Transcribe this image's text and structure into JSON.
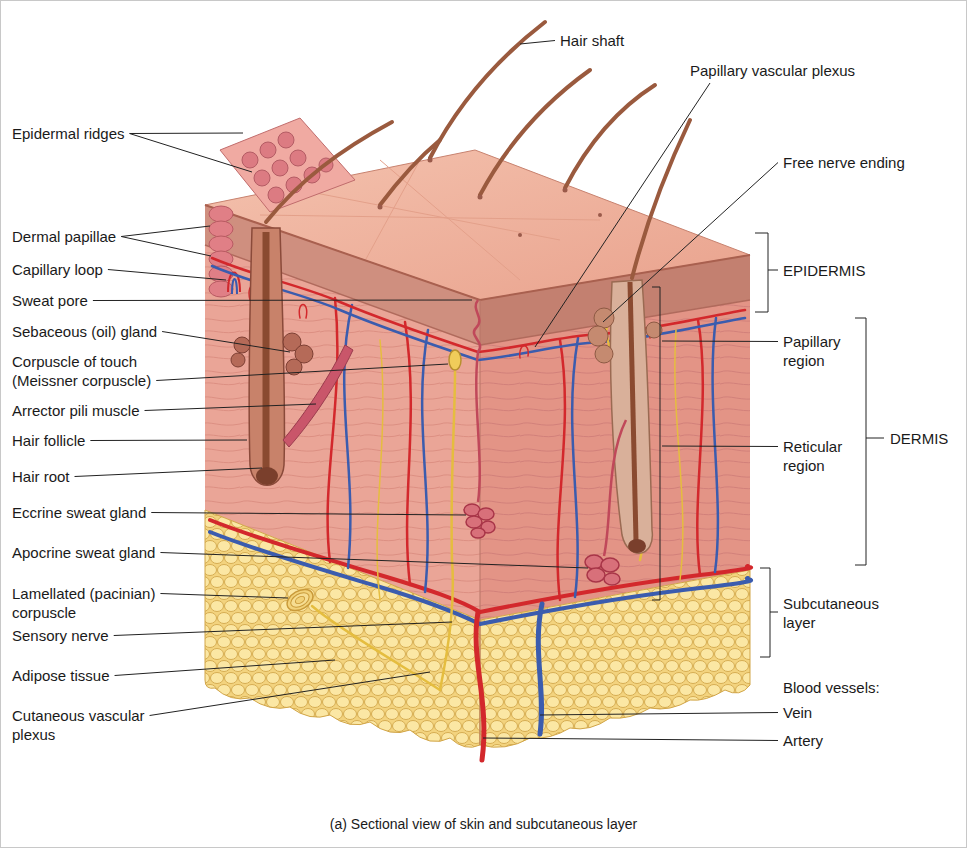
{
  "diagram": {
    "caption": "(a) Sectional view of skin and subcutaneous layer",
    "labels": [
      "Hair shaft",
      "Papillary vascular plexus",
      "Epidermal ridges",
      "Free nerve ending",
      "Dermal papillae",
      "Capillary loop",
      "EPIDERMIS",
      "Sweat pore",
      "Sebaceous (oil) gland",
      "Papillary region",
      "Corpuscle of touch (Meissner corpuscle)",
      "Arrector pili muscle",
      "Hair follicle",
      "DERMIS",
      "Reticular region",
      "Hair root",
      "Eccrine sweat gland",
      "Apocrine sweat gland",
      "Lamellated (pacinian) corpuscle",
      "Subcutaneous layer",
      "Sensory nerve",
      "Adipose tissue",
      "Blood vessels:",
      "Cutaneous vascular plexus",
      "Vein",
      "Artery"
    ]
  }
}
